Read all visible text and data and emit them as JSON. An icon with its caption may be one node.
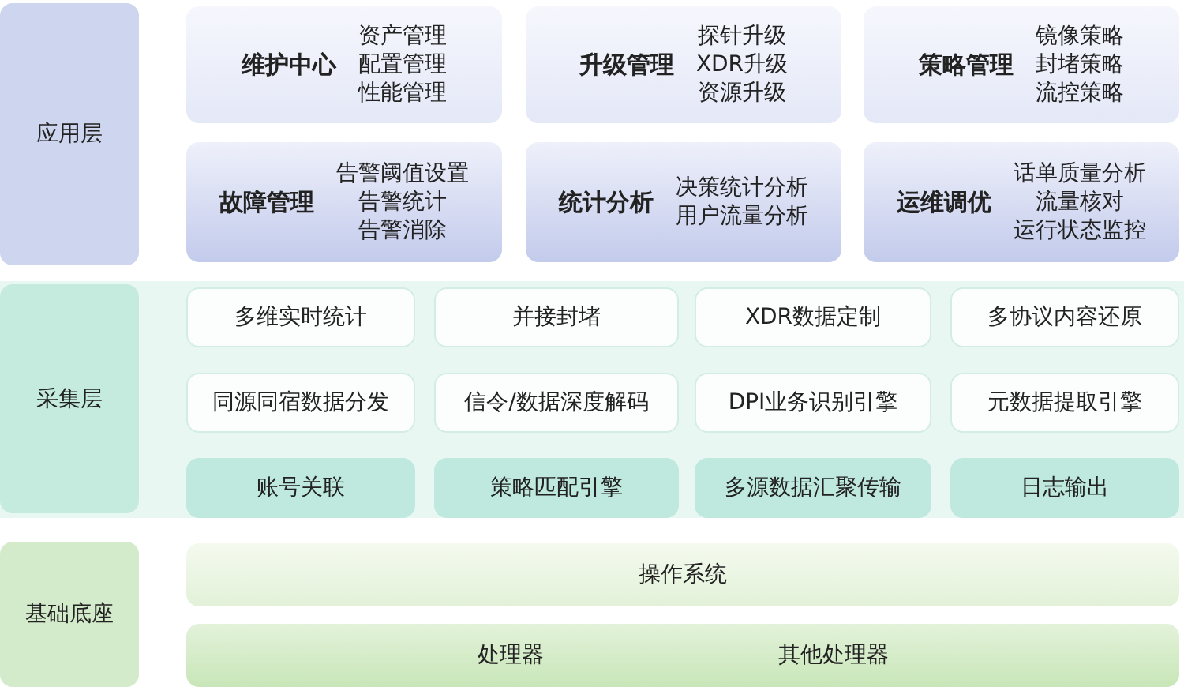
{
  "diagram": {
    "nodes": [
      {
        "text": [
          "应用层"
        ]
      },
      {
        "text": [
          "维护中心",
          "资产管理",
          "配置管理",
          "性能管理"
        ]
      },
      {
        "text": [
          "升级管理",
          "探针升级",
          "XDR升级",
          "资源升级"
        ]
      },
      {
        "text": [
          "策略管理",
          "镜像策略",
          "封堵策略",
          "流控策略"
        ]
      },
      {
        "text": [
          "故障管理",
          "告警阈值设置",
          "告警统计",
          "告警消除"
        ]
      },
      {
        "text": [
          "统计分析",
          "决策统计分析",
          "用户流量分析"
        ]
      },
      {
        "text": [
          "运维调优",
          "话单质量分析",
          "流量核对",
          "运行状态监控"
        ]
      },
      {
        "text": [
          "采集层"
        ]
      },
      {
        "text": [
          "多维实时统计"
        ]
      },
      {
        "text": [
          "并接封堵"
        ]
      },
      {
        "text": [
          "XDR数据定制"
        ]
      },
      {
        "text": [
          "多协议内容还原"
        ]
      },
      {
        "text": [
          "同源同宿数据分发"
        ]
      },
      {
        "text": [
          "信令/数据深度解码"
        ]
      },
      {
        "text": [
          "DPI业务识别引擎"
        ]
      },
      {
        "text": [
          "元数据提取引擎"
        ]
      },
      {
        "text": [
          "账号关联"
        ]
      },
      {
        "text": [
          "策略匹配引擎"
        ]
      },
      {
        "text": [
          "多源数据汇聚传输"
        ]
      },
      {
        "text": [
          "日志输出"
        ]
      },
      {
        "text": [
          "基础底座"
        ]
      },
      {
        "text": [
          "操作系统"
        ]
      },
      {
        "text": [
          "处理器",
          "其他处理器"
        ]
      }
    ]
  }
}
